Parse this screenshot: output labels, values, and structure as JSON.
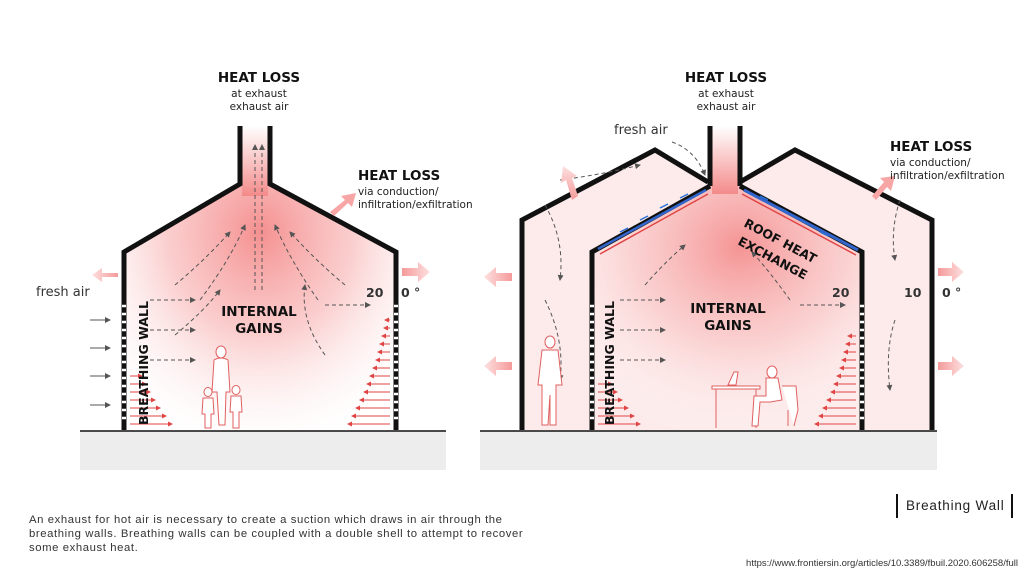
{
  "left_panel": {
    "heat_loss_exhaust": {
      "title": "HEAT LOSS",
      "line1": "at exhaust",
      "line2": "exhaust air"
    },
    "heat_loss_conduction": {
      "title": "HEAT LOSS",
      "line1": "via conduction/",
      "line2": "infiltration/exfiltration"
    },
    "fresh_air": "fresh air",
    "internal_gains_1": "INTERNAL",
    "internal_gains_2": "GAINS",
    "breathing_wall": "BREATHING WALL",
    "temp_inside": "20",
    "temp_outside": "0 °"
  },
  "right_panel": {
    "heat_loss_exhaust": {
      "title": "HEAT LOSS",
      "line1": "at exhaust",
      "line2": "exhaust air"
    },
    "heat_loss_conduction": {
      "title": "HEAT LOSS",
      "line1": "via conduction/",
      "line2": "infiltration/exfiltration"
    },
    "fresh_air": "fresh air",
    "roof_heat_1": "ROOF HEAT",
    "roof_heat_2": "EXCHANGE",
    "internal_gains_1": "INTERNAL",
    "internal_gains_2": "GAINS",
    "breathing_wall": "BREATHING WALL",
    "temp_inside": "20",
    "temp_cavity": "10",
    "temp_outside": "0 °"
  },
  "caption": "An exhaust for hot air is necessary to create a suction which draws in air through the breathing walls. Breathing walls can be coupled with a double shell to attempt to recover some exhaust heat.",
  "badge": "Breathing Wall",
  "source": "https://www.frontiersin.org/articles/10.3389/fbuil.2020.606258/full",
  "colors": {
    "wall": "#111111",
    "heat": "#f07a7a",
    "heat_soft": "#fbd3d3",
    "ground": "#ededed",
    "roof_blue": "#3366cc",
    "arrow_gray": "#555555"
  }
}
